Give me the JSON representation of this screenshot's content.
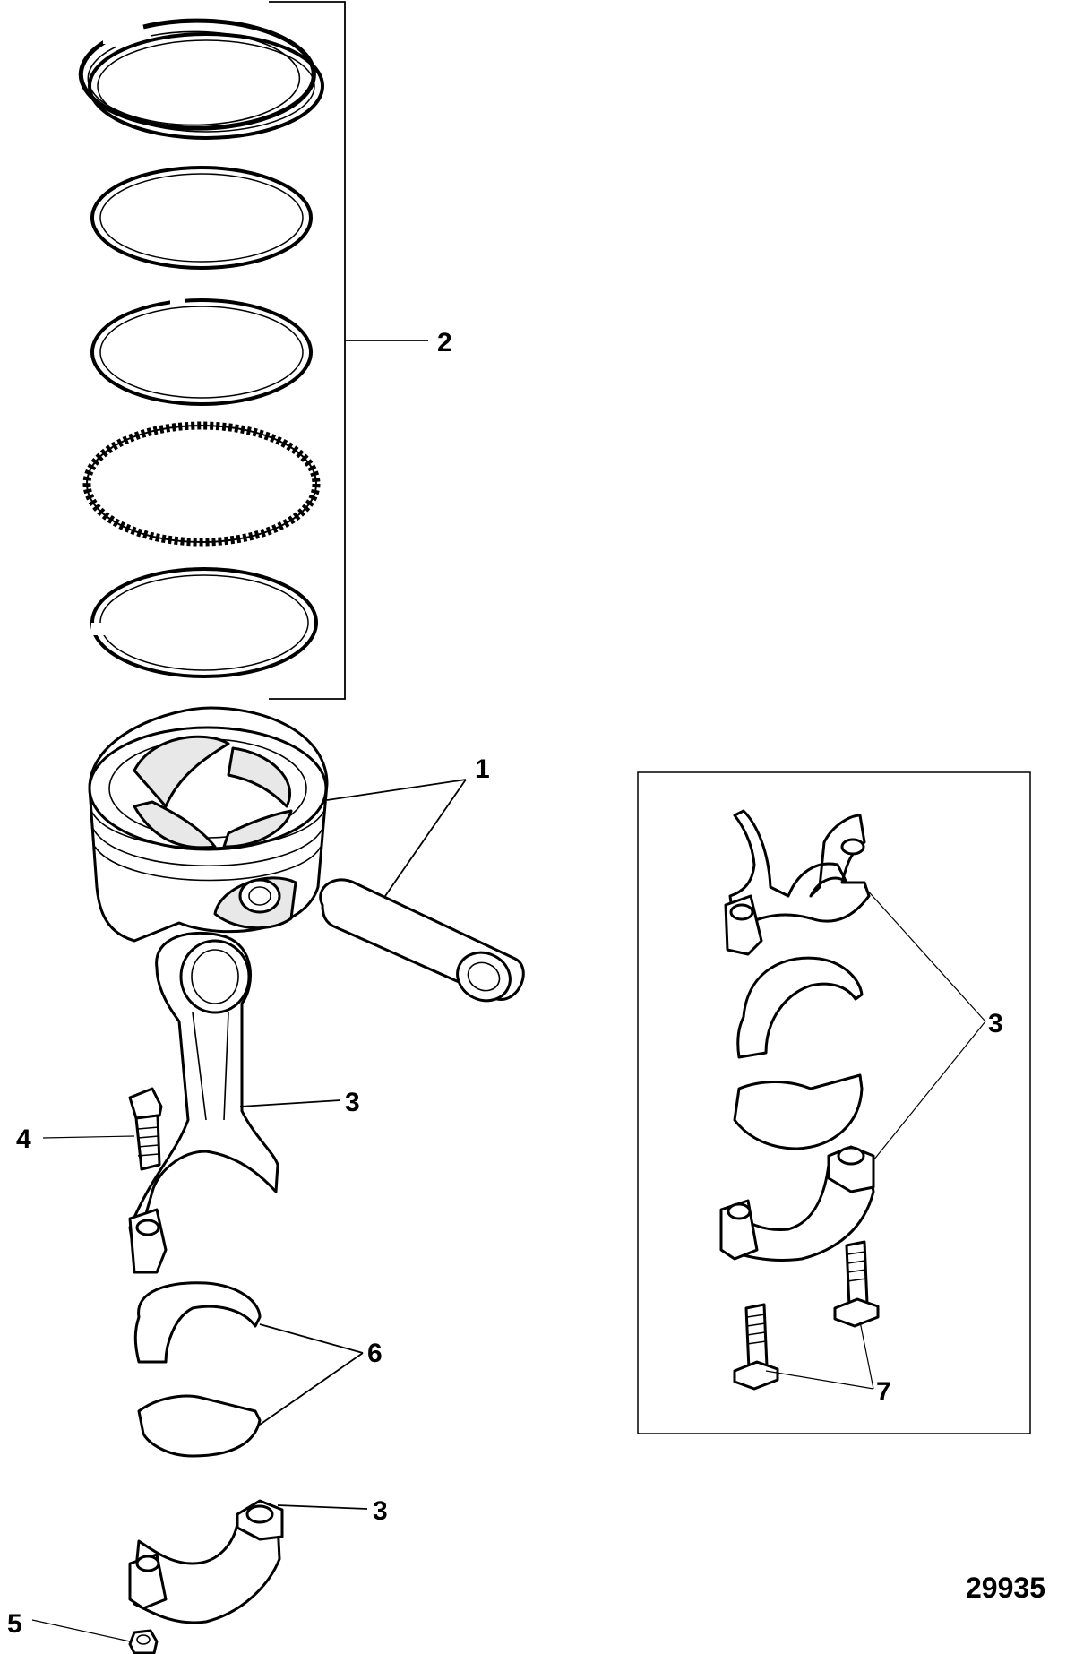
{
  "callouts": {
    "c1": "1",
    "c2": "2",
    "c3a": "3",
    "c3b": "3",
    "c3c": "3",
    "c4": "4",
    "c5": "5",
    "c6": "6",
    "c7": "7"
  },
  "figure_number": "29935",
  "colors": {
    "line": "#000000",
    "background": "#ffffff",
    "shade": "#e8e8e8"
  }
}
